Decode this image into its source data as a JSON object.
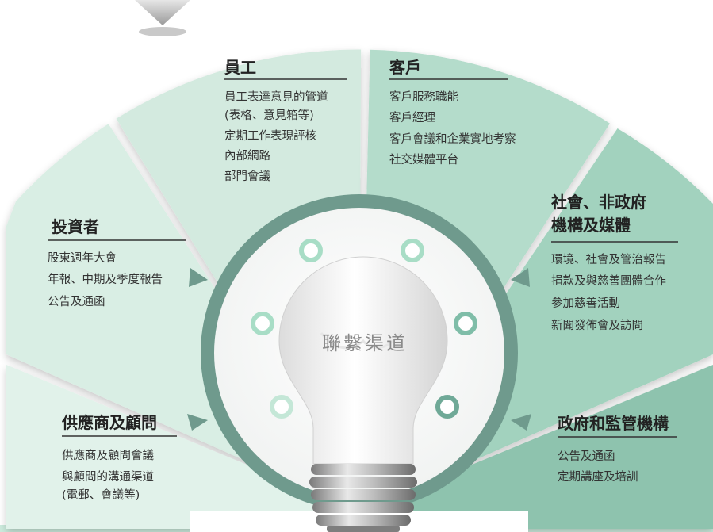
{
  "center": {
    "label": "聯繫渠道"
  },
  "segments": {
    "employees": {
      "title": "員工",
      "items": [
        "員工表達意見的管道",
        "(表格、意見箱等)",
        "定期工作表現評核",
        "內部網路",
        "部門會議"
      ]
    },
    "customers": {
      "title": "客戶",
      "items": [
        "客戶服務職能",
        "客戶經理",
        "客戶會議和企業實地考察",
        "社交媒體平台"
      ]
    },
    "investors": {
      "title": "投資者",
      "items": [
        "股東週年大會",
        "年報、中期及季度報告",
        "公告及通函"
      ]
    },
    "community": {
      "title_lines": [
        "社會、非政府",
        "機構及媒體"
      ],
      "items": [
        "環境、社會及管治報告",
        "捐款及與慈善團體合作",
        "參加慈善活動",
        "新聞發佈會及訪問"
      ]
    },
    "suppliers": {
      "title": "供應商及顧問",
      "items": [
        "供應商及顧問會議",
        "與顧問的溝通渠道",
        "(電郵、會議等)"
      ]
    },
    "government": {
      "title": "政府和監管機構",
      "items": [
        "公告及通函",
        "定期講座及培訓"
      ]
    }
  },
  "colors": {
    "employees_fill": "#d3eadf",
    "customers_fill": "#b4dccb",
    "investors_fill": "#d9eee4",
    "community_fill": "#a2d2be",
    "suppliers_fill": "#e1f2ea",
    "government_fill": "#8ec3ae",
    "ring": "#6f9a8d",
    "bottom_band": "#ccebdd"
  }
}
